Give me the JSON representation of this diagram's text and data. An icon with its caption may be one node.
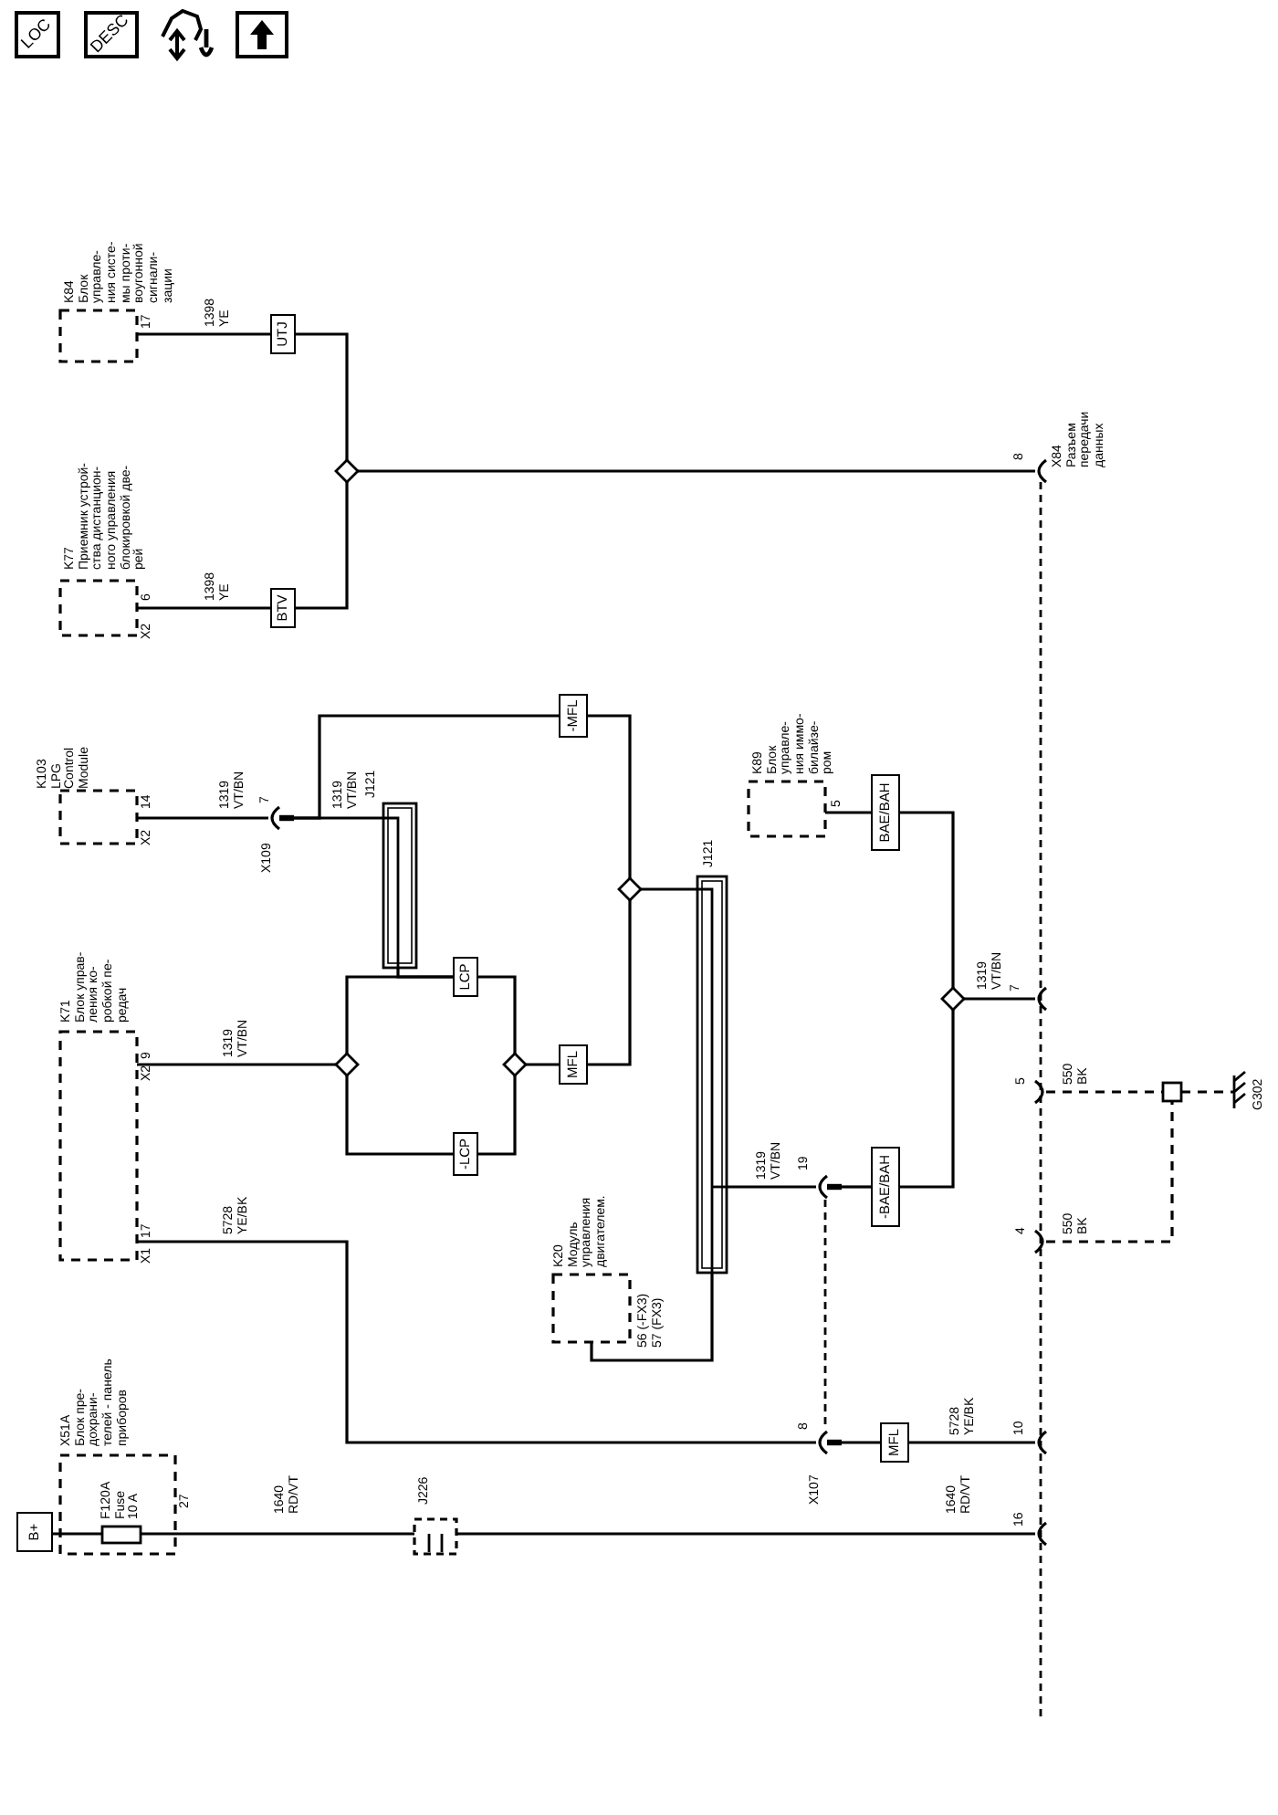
{
  "diagram": {
    "nodes": [
      {
        "text": [
          "B+"
        ]
      },
      {
        "text": [
          "X51A",
          "Блок пре- дохрани- телей - панель приборов"
        ],
        "beside": [
          "27"
        ]
      },
      {
        "text": [
          "F120A Fuse 10 A"
        ],
        "in": 1
      },
      {
        "text": [
          "J226"
        ]
      },
      {
        "text": [
          "K84",
          "Блок управле- ния систе- мы проти- воугонной сигнали- зации"
        ],
        "beside": [
          "17"
        ]
      },
      {
        "text": [
          "UTJ"
        ]
      },
      {
        "text": [
          "K77",
          "Приемник устрой- ства дистанцион- ного управления блокировкой две- рей"
        ],
        "beside": [
          "X2",
          "6"
        ]
      },
      {
        "text": [
          "BTV"
        ]
      },
      {
        "text": [],
        "shape": "diamond"
      },
      {
        "text": [
          "K103",
          "LPG Control Module"
        ],
        "beside": [
          "X2",
          "14"
        ]
      },
      {
        "text": [
          "X109"
        ],
        "beside": [
          "7"
        ]
      },
      {
        "text": [
          "J121"
        ]
      },
      {
        "text": [
          "-MFL"
        ]
      },
      {
        "text": [
          "K71",
          "Блок управ- ления ко- робкой пе- редач"
        ],
        "beside": [
          "X2",
          "9",
          "X1",
          "17"
        ]
      },
      {
        "text": [],
        "shape": "diamond"
      },
      {
        "text": [
          "LCP"
        ]
      },
      {
        "text": [
          "-LCP"
        ]
      },
      {
        "text": [],
        "shape": "diamond"
      },
      {
        "text": [
          "MFL"
        ]
      },
      {
        "text": [],
        "shape": "diamond"
      },
      {
        "text": [
          "J121"
        ]
      },
      {
        "text": [
          "K20",
          "Модуль управления двигателем."
        ],
        "beside": [
          "56 (-FX3)",
          "57 (FX3)"
        ]
      },
      {
        "text": [
          "X107"
        ],
        "beside": [
          "19",
          "8"
        ]
      },
      {
        "text": [
          "-BAE/BAH"
        ]
      },
      {
        "text": [
          "K89",
          "Блок управле- ния иммо- билайзе- ром"
        ],
        "beside": [
          "5"
        ]
      },
      {
        "text": [
          "BAE/BAH"
        ]
      },
      {
        "text": [],
        "shape": "diamond"
      },
      {
        "text": [
          "MFL"
        ]
      },
      {
        "text": [
          "X84",
          "Разъем передачи данных"
        ],
        "beside": [
          "8",
          "7",
          "5",
          "4",
          "10",
          "16"
        ]
      },
      {
        "text": [],
        "shape": "box"
      },
      {
        "text": [
          "G302"
        ]
      }
    ],
    "edges": [
      {
        "from": 0,
        "to": 2,
        "arrow": "none"
      },
      {
        "from": 2,
        "to": 3,
        "arrow": "none",
        "label": "1640 RD/VT"
      },
      {
        "from": 3,
        "to": 28,
        "arrow": "none",
        "label": "1640 RD/VT"
      },
      {
        "from": 4,
        "to": 5,
        "arrow": "none",
        "label": "1398 YE"
      },
      {
        "from": 5,
        "to": 8,
        "arrow": "none"
      },
      {
        "from": 6,
        "to": 7,
        "arrow": "none",
        "label": "1398 YE"
      },
      {
        "from": 7,
        "to": 8,
        "arrow": "none"
      },
      {
        "from": 8,
        "to": 28,
        "arrow": "none"
      },
      {
        "from": 9,
        "to": 10,
        "arrow": "none",
        "label": "1319 VT/BN"
      },
      {
        "from": 10,
        "to": 11,
        "arrow": "none",
        "label": "1319 VT/BN"
      },
      {
        "from": 11,
        "to": 15,
        "arrow": "none"
      },
      {
        "from": 10,
        "to": 12,
        "arrow": "none"
      },
      {
        "from": 12,
        "to": 19,
        "arrow": "none"
      },
      {
        "from": 13,
        "to": 14,
        "arrow": "none",
        "label": "1319 VT/BN"
      },
      {
        "from": 14,
        "to": 15,
        "arrow": "none"
      },
      {
        "from": 15,
        "to": 17,
        "arrow": "none"
      },
      {
        "from": 14,
        "to": 16,
        "arrow": "none"
      },
      {
        "from": 16,
        "to": 17,
        "arrow": "none"
      },
      {
        "from": 17,
        "to": 18,
        "arrow": "none"
      },
      {
        "from": 18,
        "to": 19,
        "arrow": "none"
      },
      {
        "from": 19,
        "to": 20,
        "arrow": "none"
      },
      {
        "from": 20,
        "to": 22,
        "arrow": "none",
        "label": "1319 VT/BN"
      },
      {
        "from": 21,
        "to": 20,
        "arrow": "none"
      },
      {
        "from": 22,
        "to": 23,
        "arrow": "none"
      },
      {
        "from": 23,
        "to": 26,
        "arrow": "none"
      },
      {
        "from": 24,
        "to": 25,
        "arrow": "none"
      },
      {
        "from": 25,
        "to": 26,
        "arrow": "none"
      },
      {
        "from": 26,
        "to": 28,
        "arrow": "none",
        "label": "1319 VT/BN"
      },
      {
        "from": 28,
        "to": 29,
        "arrow": "none",
        "label": "550 BK",
        "style": "dashed"
      },
      {
        "from": 28,
        "to": 29,
        "arrow": "none",
        "label": "550 BK",
        "style": "dashed"
      },
      {
        "from": 29,
        "to": 30,
        "arrow": "none",
        "style": "dashed"
      },
      {
        "from": 28,
        "to": 27,
        "arrow": "none",
        "label": "5728 YE/BK"
      },
      {
        "from": 27,
        "to": 22,
        "arrow": "none"
      },
      {
        "from": 22,
        "to": 13,
        "arrow": "none",
        "label": "5728 YE/BK"
      }
    ],
    "labels": [
      "LOC",
      "DESC"
    ]
  }
}
